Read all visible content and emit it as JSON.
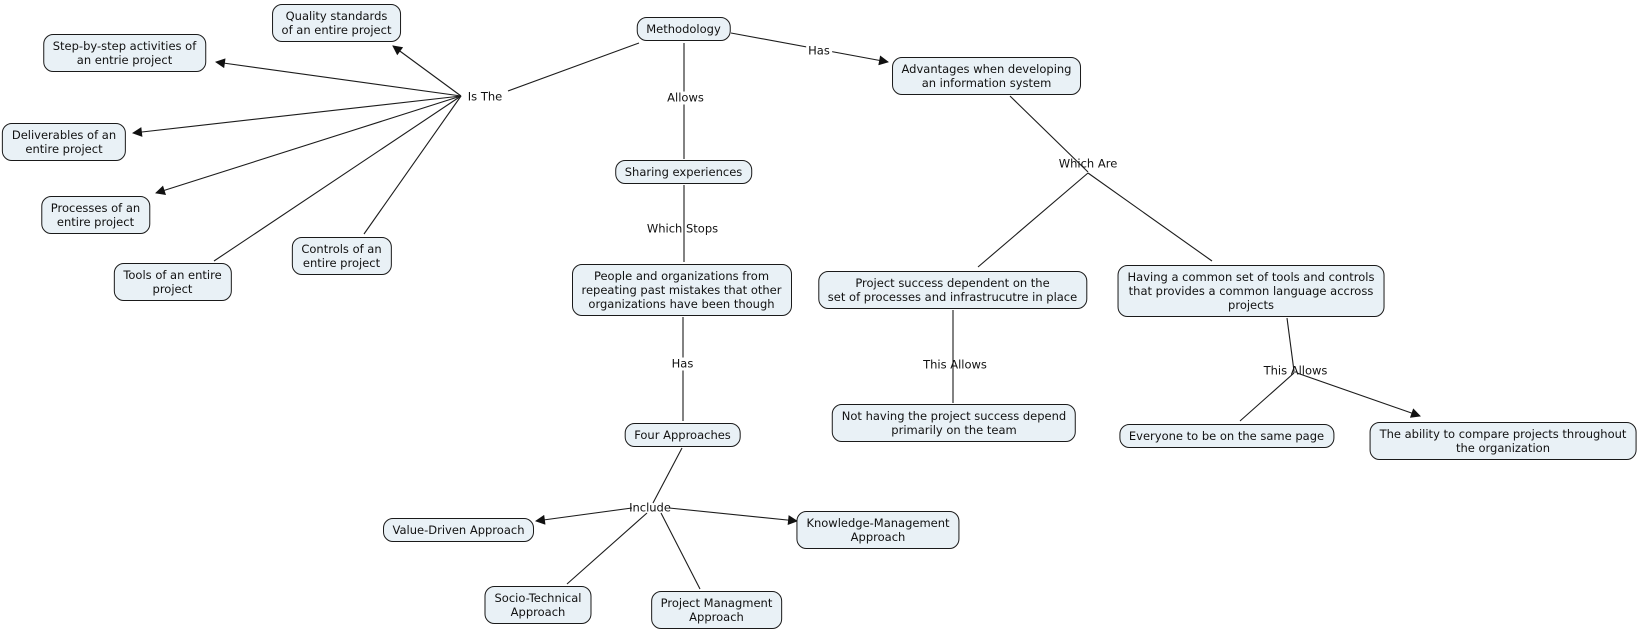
{
  "diagram": {
    "title": "Methodology concept map",
    "colors": {
      "node_fill": "#e9f1f6",
      "node_border": "#1a1a1a",
      "line": "#1c1c1c",
      "text": "#111111",
      "background": "#ffffff"
    },
    "nodes": {
      "methodology": {
        "label": "Methodology"
      },
      "quality_standards": {
        "label": "Quality standards\nof an entire project"
      },
      "step_by_step": {
        "label": "Step-by-step activities of\nan entrie project"
      },
      "deliverables": {
        "label": "Deliverables of an\nentire project"
      },
      "processes": {
        "label": "Processes of an\nentire project"
      },
      "tools": {
        "label": "Tools of an entire\nproject"
      },
      "controls": {
        "label": "Controls of an\nentire project"
      },
      "sharing_experiences": {
        "label": "Sharing experiences"
      },
      "people_organizations": {
        "label": "People and organizations from\nrepeating past mistakes that other\norganizations have been though"
      },
      "four_approaches": {
        "label": "Four Approaches"
      },
      "value_driven": {
        "label": "Value-Driven Approach"
      },
      "socio_technical": {
        "label": "Socio-Technical\nApproach"
      },
      "project_managment": {
        "label": "Project Managment\nApproach"
      },
      "knowledge_management": {
        "label": "Knowledge-Management\nApproach"
      },
      "advantages": {
        "label": "Advantages when developing\nan information system"
      },
      "project_success": {
        "label": "Project success dependent on the\nset of processes and infrastrucutre in place"
      },
      "not_having": {
        "label": "Not having the project success depend\nprimarily on the team"
      },
      "having_common": {
        "label": "Having a common set of tools and controls\nthat provides a common language accross\nprojects"
      },
      "everyone_same_page": {
        "label": "Everyone to be on the same page"
      },
      "ability_compare": {
        "label": "The ability to compare projects throughout\nthe organization"
      }
    },
    "link_labels": {
      "is_the": "Is The",
      "allows": "Allows",
      "has_advantages": "Has",
      "which_are": "Which Are",
      "which_stops": "Which Stops",
      "has_approaches": "Has",
      "include": "Include",
      "this_allows_left": "This Allows",
      "this_allows_right": "This Allows"
    }
  }
}
